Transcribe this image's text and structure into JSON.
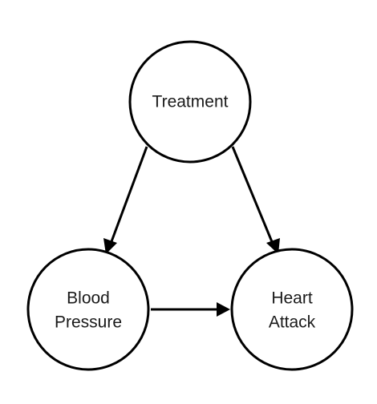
{
  "diagram": {
    "nodes": [
      {
        "id": "treatment",
        "lines": [
          "Treatment"
        ]
      },
      {
        "id": "blood_pressure",
        "lines": [
          "Blood",
          "Pressure"
        ]
      },
      {
        "id": "heart_attack",
        "lines": [
          "Heart",
          "Attack"
        ]
      }
    ],
    "edges": [
      {
        "from": "treatment",
        "to": "blood_pressure"
      },
      {
        "from": "treatment",
        "to": "heart_attack"
      },
      {
        "from": "blood_pressure",
        "to": "heart_attack"
      }
    ],
    "colors": {
      "stroke": "#000000",
      "text": "#1a1a1a",
      "background": "#ffffff"
    }
  }
}
